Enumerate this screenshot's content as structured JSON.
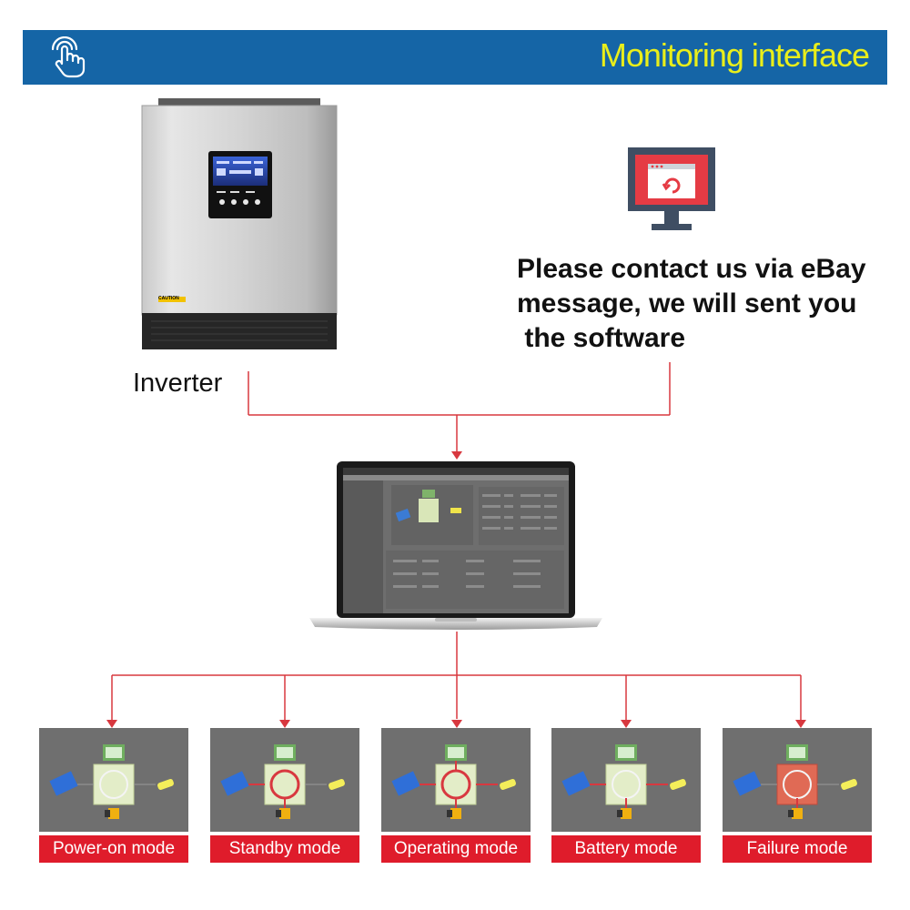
{
  "header": {
    "title": "Monitoring interface",
    "background_color": "#1565a6",
    "title_color": "#e9ee1a",
    "icon": "hand-pointer-icon"
  },
  "devices": {
    "inverter_label": "Inverter",
    "inverter_display_text": "CAUTION",
    "monitor_icon": "monitor-refresh-icon"
  },
  "contact": {
    "lines": [
      "Please contact us via eBay",
      "message, we will sent you",
      " the software"
    ]
  },
  "connector_color": "#d8383f",
  "modes": [
    {
      "label": "Power-on mode",
      "state": "power-on"
    },
    {
      "label": "Standby mode",
      "state": "standby"
    },
    {
      "label": "Operating mode",
      "state": "operating"
    },
    {
      "label": "Battery mode",
      "state": "battery"
    },
    {
      "label": "Failure mode",
      "state": "failure"
    }
  ]
}
